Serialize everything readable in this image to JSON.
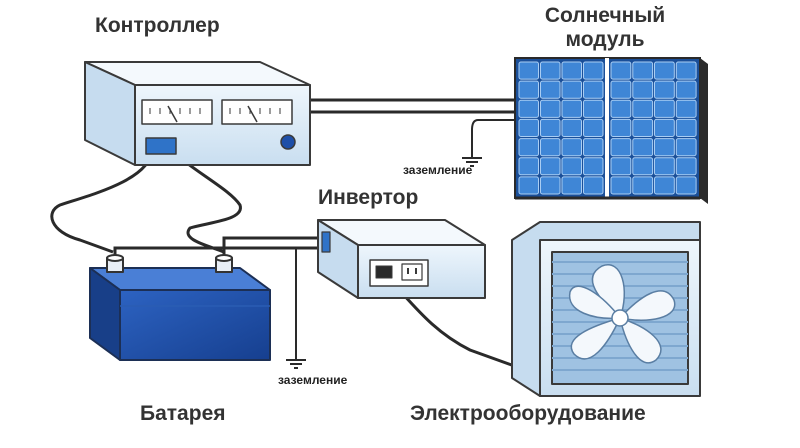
{
  "labels": {
    "controller": "Контроллер",
    "solar_module_line1": "Солнечный",
    "solar_module_line2": "модуль",
    "inverter": "Инвертор",
    "battery": "Батарея",
    "equipment": "Электрооборудование",
    "ground_1": "заземление",
    "ground_2": "заземление"
  },
  "colors": {
    "device_fill": "#dcecf8",
    "device_stroke": "#3a3a3a",
    "solar_cell": "#2f73c8",
    "battery": "#1e4fa8",
    "wire": "#2a2a2a"
  }
}
